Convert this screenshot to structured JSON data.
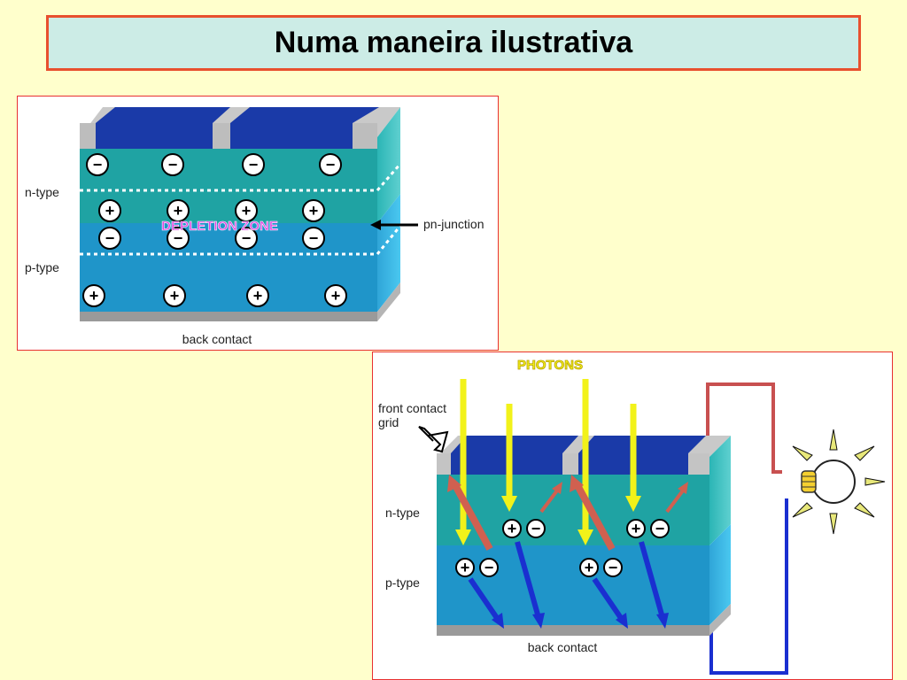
{
  "slide": {
    "title": "Numa maneira ilustrativa"
  },
  "diagram1": {
    "label_n_type": "n-type",
    "label_p_type": "p-type",
    "label_depletion": "DEPLETION ZONE",
    "label_pn_junction": "pn-junction",
    "label_back_contact": "back contact"
  },
  "diagram2": {
    "label_photons": "PHOTONS",
    "label_front_contact_1": "front contact",
    "label_front_contact_2": "grid",
    "label_n_type": "n-type",
    "label_p_type": "p-type",
    "label_back_contact": "back contact"
  },
  "symbols": {
    "minus": "−",
    "plus": "+"
  },
  "colors": {
    "background": "#FFFFCC",
    "title_fill": "#CCECE6",
    "title_border": "#E8502E",
    "n_layer": "#1FA3A3",
    "p_layer": "#1F95C9",
    "top_contact": "#1A3AA8",
    "photon": "#F2F21A",
    "hole_arrow": "#D06050",
    "electron_arrow": "#1A2FD0",
    "wire_red": "#C85050",
    "wire_blue": "#1A2FD0",
    "depletion_text": "#E040E0"
  }
}
